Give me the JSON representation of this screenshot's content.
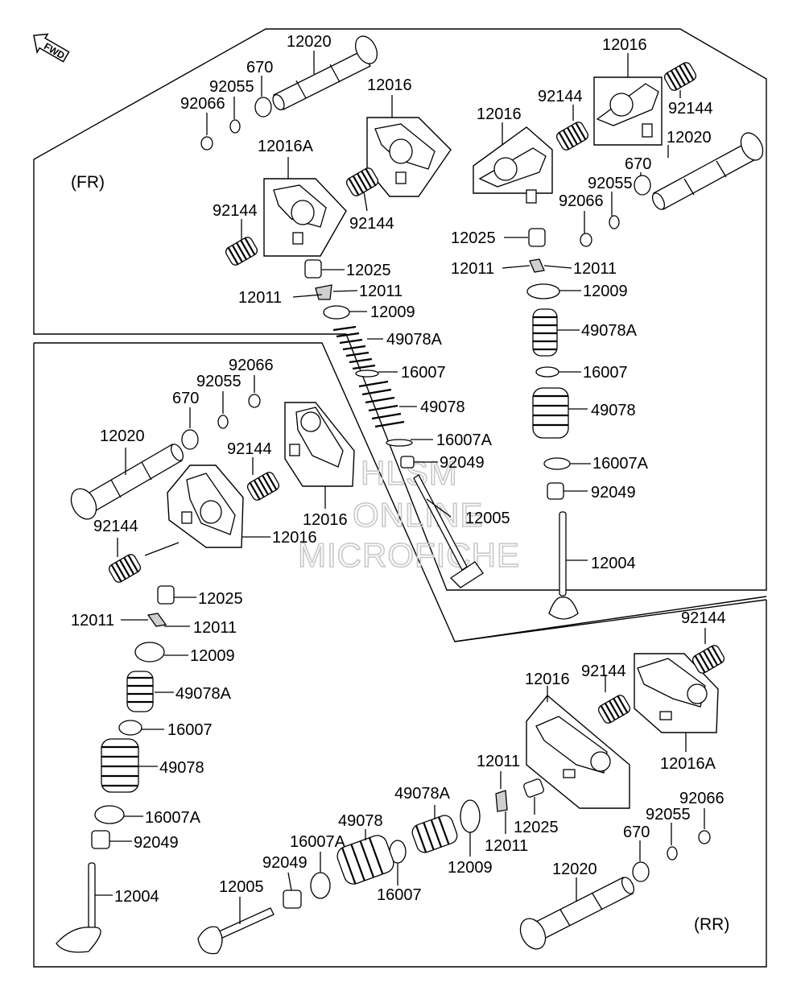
{
  "sections": {
    "front": "(FR)",
    "rear": "(RR)"
  },
  "fwd_label": "FWD",
  "watermark": [
    "HLSM",
    "ONLINE",
    "MICROFICHE"
  ],
  "labels": {
    "fr_12020": "12020",
    "fr_670": "670",
    "fr_92055": "92055",
    "fr_92066": "92066",
    "fr_12016a": "12016A",
    "fr_12016": "12016",
    "fr_92144_l": "92144",
    "fr_92144_r": "92144",
    "fr_12025": "12025",
    "fr_12011_a": "12011",
    "fr_12011_b": "12011",
    "fr_12009": "12009",
    "fr_49078a": "49078A",
    "fr_16007": "16007",
    "fr_49078": "49078",
    "fr_16007a": "16007A",
    "fr_92049": "92049",
    "fr_12005": "12005",
    "fr_12016_low": "12016",
    "fr_l_92066": "92066",
    "fr_l_92055": "92055",
    "fr_l_670": "670",
    "fr_l_12020": "12020",
    "fr_l_92144_a": "92144",
    "fr_l_92144_b": "92144",
    "fr_l_12016": "12016",
    "fr_l_12025": "12025",
    "fr_l_12011_a": "12011",
    "fr_l_12011_b": "12011",
    "fr_l_12009": "12009",
    "fr_l_49078a": "49078A",
    "fr_l_16007": "16007",
    "fr_l_49078": "49078",
    "fr_l_16007a": "16007A",
    "fr_l_92049": "92049",
    "fr_l_12004": "12004",
    "tr_12016_top": "12016",
    "tr_92144_top": "92144",
    "tr_92144_side": "92144",
    "tr_12016": "12016",
    "tr_12020": "12020",
    "tr_670": "670",
    "tr_92055": "92055",
    "tr_92066": "92066",
    "tr_12025": "12025",
    "tr_12011_a": "12011",
    "tr_12011_b": "12011",
    "tr_12009": "12009",
    "tr_49078a": "49078A",
    "tr_16007": "16007",
    "tr_49078": "49078",
    "tr_16007a": "16007A",
    "tr_92049": "92049",
    "tr_12004": "12004",
    "rr_92144_a": "92144",
    "rr_92144_b": "92144",
    "rr_12016": "12016",
    "rr_12016a": "12016A",
    "rr_12011_a": "12011",
    "rr_12011_b": "12011",
    "rr_12025": "12025",
    "rr_12009": "12009",
    "rr_49078a": "49078A",
    "rr_49078": "49078",
    "rr_16007a": "16007A",
    "rr_16007": "16007",
    "rr_92049": "92049",
    "rr_12005": "12005",
    "rr_92066": "92066",
    "rr_92055": "92055",
    "rr_670": "670",
    "rr_12020": "12020"
  }
}
